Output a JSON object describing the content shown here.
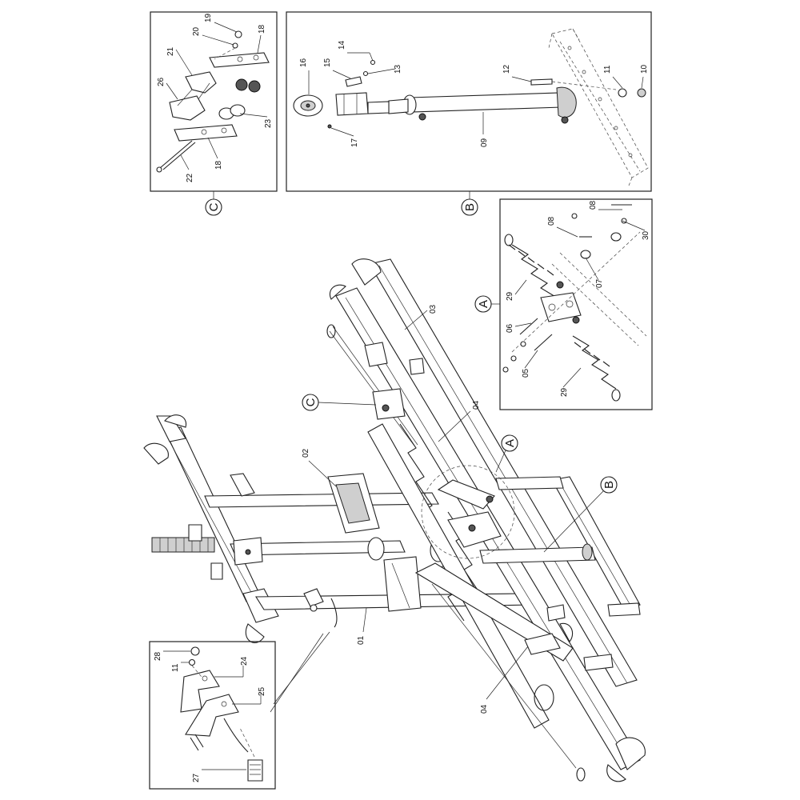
{
  "callouts": {
    "detail_a": "A",
    "detail_b": "B",
    "detail_c": "C"
  },
  "detail_c_labels": [
    "19",
    "20",
    "18",
    "21",
    "26",
    "23",
    "18",
    "22"
  ],
  "detail_b_labels": [
    "14",
    "16",
    "15",
    "13",
    "12",
    "11",
    "10",
    "17",
    "09"
  ],
  "detail_a_labels": [
    "08",
    "08",
    "30",
    "29",
    "07",
    "06",
    "05",
    "29"
  ],
  "main_labels": [
    "03",
    "02",
    "04",
    "04",
    "01"
  ],
  "detail_left_labels": [
    "28",
    "11",
    "24",
    "25",
    "27"
  ]
}
